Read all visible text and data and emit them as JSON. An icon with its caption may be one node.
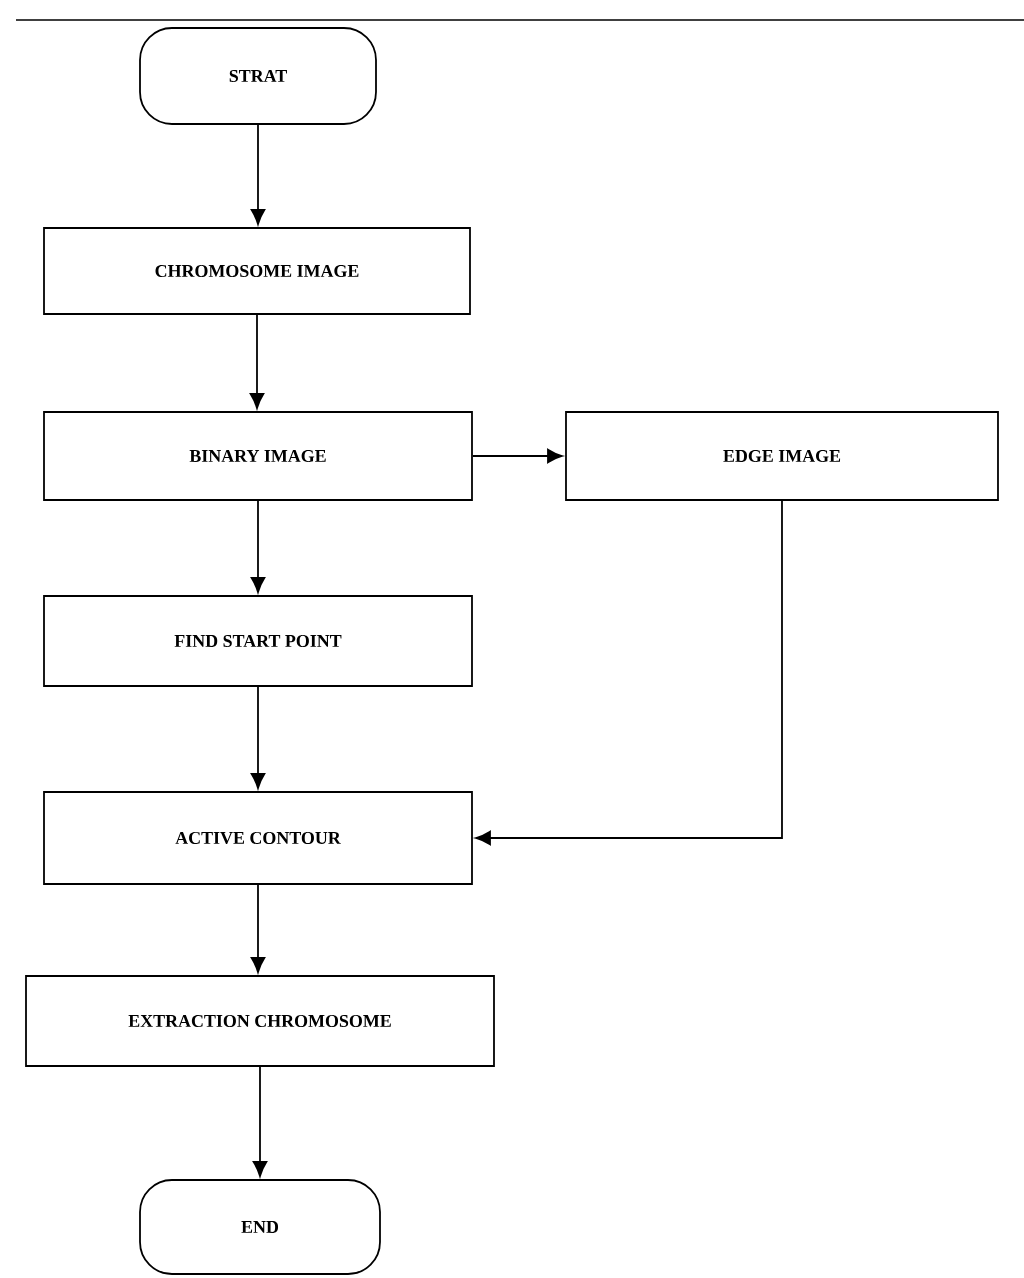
{
  "diagram": {
    "nodes": [
      {
        "text": [
          "STRAT"
        ]
      },
      {
        "text": [
          "CHROMOSOME IMAGE"
        ]
      },
      {
        "text": [
          "BINARY IMAGE"
        ]
      },
      {
        "text": [
          "EDGE IMAGE"
        ]
      },
      {
        "text": [
          "FIND START POINT"
        ]
      },
      {
        "text": [
          "ACTIVE CONTOUR"
        ]
      },
      {
        "text": [
          "EXTRACTION CHROMOSOME"
        ]
      },
      {
        "text": [
          "END"
        ]
      }
    ],
    "edges": [
      {
        "from": 0,
        "to": 1,
        "arrow": "to"
      },
      {
        "from": 1,
        "to": 2,
        "arrow": "to"
      },
      {
        "from": 2,
        "to": 3,
        "arrow": "to"
      },
      {
        "from": 2,
        "to": 4,
        "arrow": "to"
      },
      {
        "from": 4,
        "to": 5,
        "arrow": "to"
      },
      {
        "from": 3,
        "to": 5,
        "arrow": "to"
      },
      {
        "from": 5,
        "to": 6,
        "arrow": "to"
      },
      {
        "from": 6,
        "to": 7,
        "arrow": "to"
      }
    ]
  }
}
